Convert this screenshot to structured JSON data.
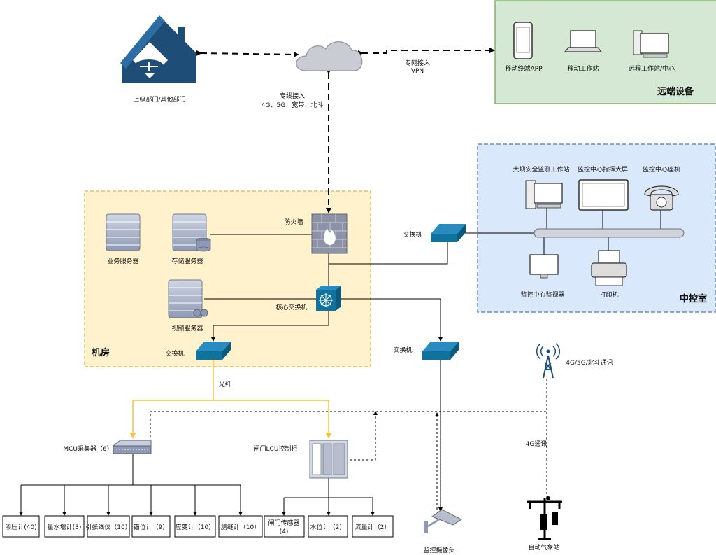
{
  "groups": {
    "remote": "远端设备",
    "control_room": "中控室",
    "machine_room": "机房"
  },
  "nodes": {
    "upper_dept": "上级部门/其他部门",
    "mobile_app": "移动终端APP",
    "mobile_ws": "移动工作站",
    "remote_ws": "远程工作站/中心",
    "vpn_line1": "专网接入",
    "vpn_line2": "VPN",
    "line_access1": "专线接入",
    "line_access2": "4G、5G、宽带、北斗",
    "dam_ws": "大坝安全监测工作站",
    "big_screen": "监控中心指挥大屏",
    "phone": "监控中心座机",
    "monitor": "监控中心监视器",
    "printer": "打印机",
    "firewall": "防火墙",
    "biz_server": "业务服务器",
    "storage_server": "存储服务器",
    "video_server": "视频服务器",
    "core_switch": "核心交换机",
    "switch_top": "交换机",
    "switch_left": "交换机",
    "switch_right": "交换机",
    "fiber": "光纤",
    "mcu": "MCU采集器（6）",
    "lcu": "闸门LCU控制柜",
    "tower": "4G/5G/北斗通讯",
    "comm_4g": "4G通讯",
    "camera": "监控摄像头",
    "weather": "自动气象站"
  },
  "sensors": [
    "渗压计(40)",
    "量水堰计(3)",
    "引张线仪（10）",
    "锚位计（9）",
    "应变计（10）",
    "测缝计（10）"
  ],
  "gate_sensors": {
    "gate_sensor_l1": "闸门传感器",
    "gate_sensor_l2": "(4)",
    "water_level": "水位计（2）",
    "flow": "流量计（2）"
  },
  "colors": {
    "remote_fill": "#d5e8d4",
    "remote_stroke": "#82b366",
    "control_fill": "#dae8fc",
    "control_stroke": "#6c8ebf",
    "machine_fill": "#fff2cc",
    "machine_stroke": "#d6b656",
    "switch_blue": "#10739e",
    "fiber": "#f5c342",
    "icon_navy": "#1e4d78"
  }
}
